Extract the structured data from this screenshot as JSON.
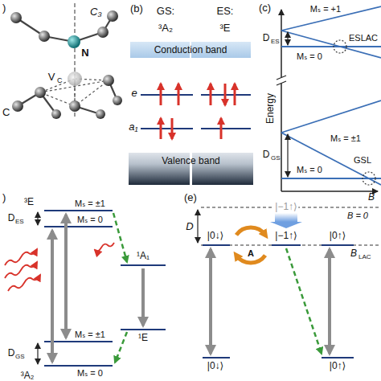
{
  "diagram": {
    "nodes": [
      {
        "text": [
          "Conduction band"
        ]
      },
      {
        "text": [
          "Valence band"
        ]
      }
    ],
    "labels": [
      ")",
      "C₃",
      "N",
      "V",
      "C",
      "C",
      "(b)",
      "GS:",
      "³A₂",
      "ES:",
      "³E",
      "e",
      "a₁",
      "(c)",
      "Mₛ = +1",
      "D",
      "ES",
      "Mₛ = 0",
      "ESLAC",
      "Energy",
      "D",
      "GS",
      "Mₛ = ±1",
      "Mₛ = 0",
      "GSL",
      "B",
      ")",
      "³E",
      "D",
      "ES",
      "Mₛ = ±1",
      "Mₛ = 0",
      "¹A₁",
      "¹E",
      "D",
      "GS",
      "Mₛ = ±1",
      "³A₂",
      "Mₛ = 0",
      "(e)",
      "|−1↑⟩",
      "B = 0",
      "D",
      "|0↓⟩",
      "|−1↑⟩",
      "|0↑⟩",
      "B",
      "LAC",
      "A",
      "|0↓⟩",
      "|0↑⟩"
    ]
  }
}
